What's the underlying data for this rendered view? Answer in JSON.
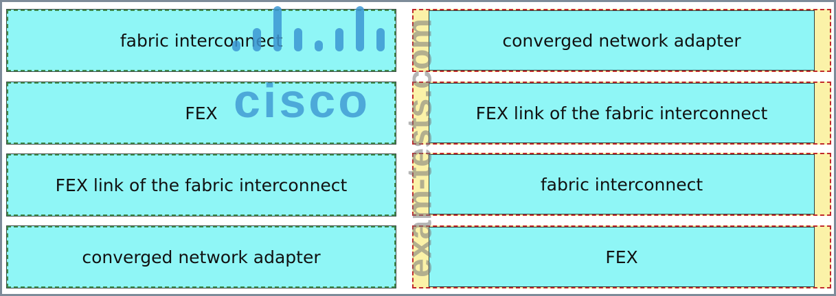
{
  "sources": [
    {
      "label": "fabric interconnect"
    },
    {
      "label": "FEX"
    },
    {
      "label": "FEX link of the fabric interconnect"
    },
    {
      "label": "converged network adapter"
    }
  ],
  "targets": [
    {
      "label": "converged network adapter"
    },
    {
      "label": "FEX link of the fabric interconnect"
    },
    {
      "label": "fabric interconnect"
    },
    {
      "label": "FEX"
    }
  ],
  "watermark": {
    "logo": "cisco",
    "site": "exam-tests.com"
  },
  "colors": {
    "item_bg": "#8ff6f6",
    "slot_border": "#c0282a",
    "source_border": "#3f8a4a",
    "slot_bg": "#fbf2a8"
  }
}
